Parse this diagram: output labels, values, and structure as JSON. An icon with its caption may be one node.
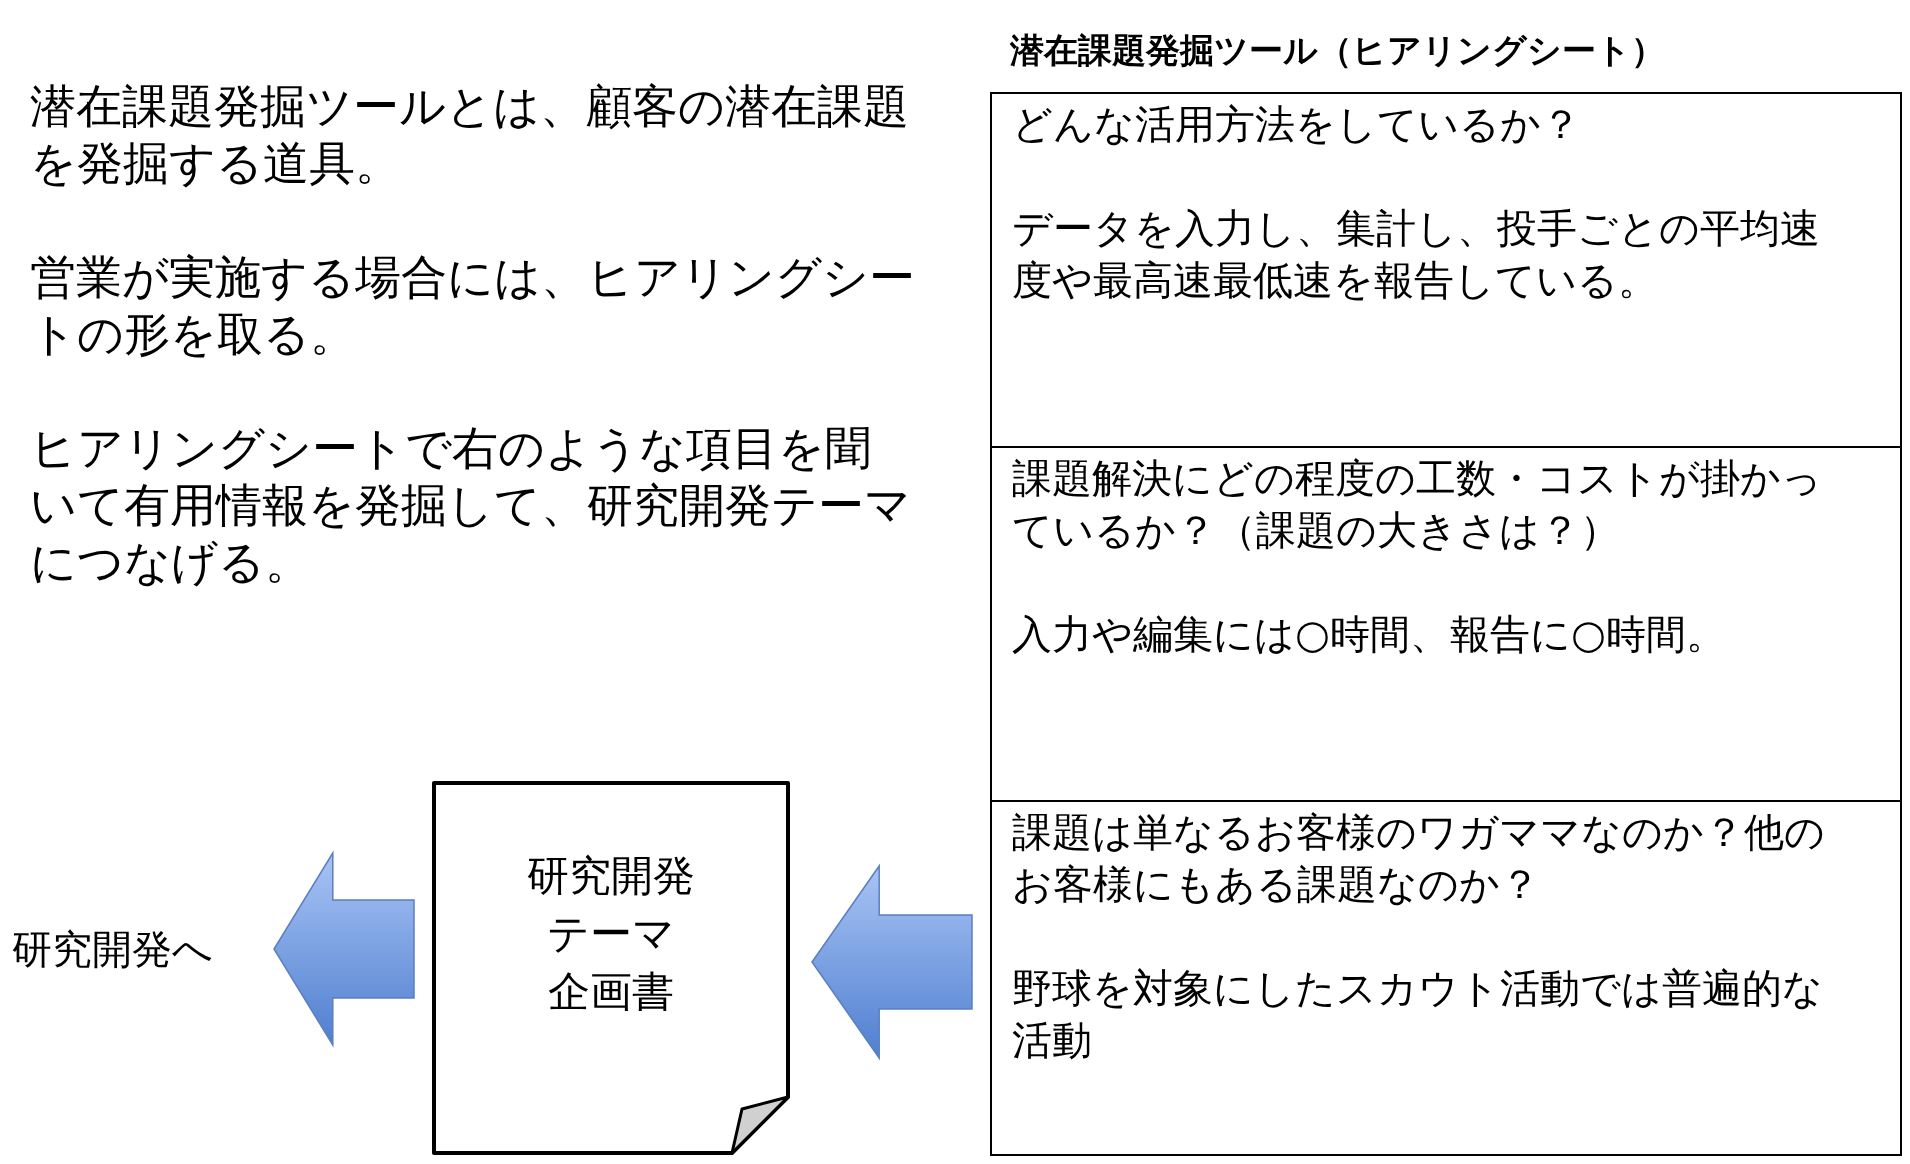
{
  "diagram": {
    "nodes": [
      {
        "text": [
          "潜在課題発掘ツール（ヒアリングシート）"
        ]
      },
      {
        "text": [
          "どんな活用方法をしているか？",
          "データを入力し、集計し、投手ごとの平均速度や最高速最低速を報告している。"
        ],
        "in": 0
      },
      {
        "text": [
          "課題解決にどの程度の工数・コストが掛かっているか？（課題の大きさは？）",
          "入力や編集には○時間、報告に○時間。"
        ],
        "in": 0
      },
      {
        "text": [
          "課題は単なるお客様のワガママなのか？他のお客様にもある課題なのか？",
          "野球を対象にしたスカウト活動では普遍的な活動"
        ],
        "in": 0
      },
      {
        "text": [
          "研究開発テーマ企画書"
        ]
      },
      {
        "text": [
          "研究開発へ"
        ]
      }
    ],
    "edges": [
      {
        "from": 0,
        "to": 4,
        "arrow": "to"
      },
      {
        "from": 4,
        "to": 5,
        "arrow": "to"
      }
    ],
    "labels": [
      "潜在課題発掘ツールとは、顧客の潜在課題を発掘する道具。",
      "営業が実施する場合には、ヒアリングシートの形を取る。",
      "ヒアリングシートで右のような項目を聞いて有用情報を発掘して、研究開発テーマにつなげる。"
    ]
  }
}
